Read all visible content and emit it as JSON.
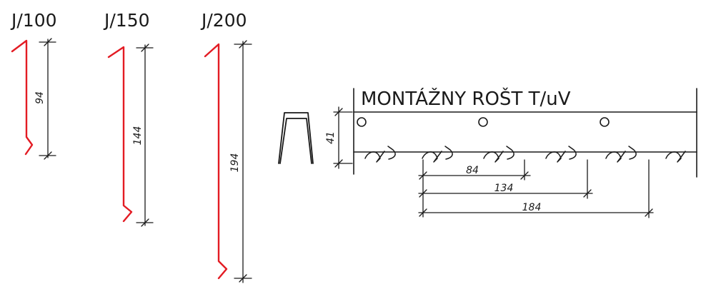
{
  "profiles": [
    {
      "label": "J/100",
      "dimension": "94"
    },
    {
      "label": "J/150",
      "dimension": "144"
    },
    {
      "label": "J/200",
      "dimension": "194"
    }
  ],
  "rail": {
    "title": "MONTÁŽNY ROŠT T/uV",
    "height_dimension": "41",
    "spacings": [
      "84",
      "134",
      "184"
    ]
  },
  "colors": {
    "profile": "#e31b23",
    "line": "#1a1a1a"
  }
}
